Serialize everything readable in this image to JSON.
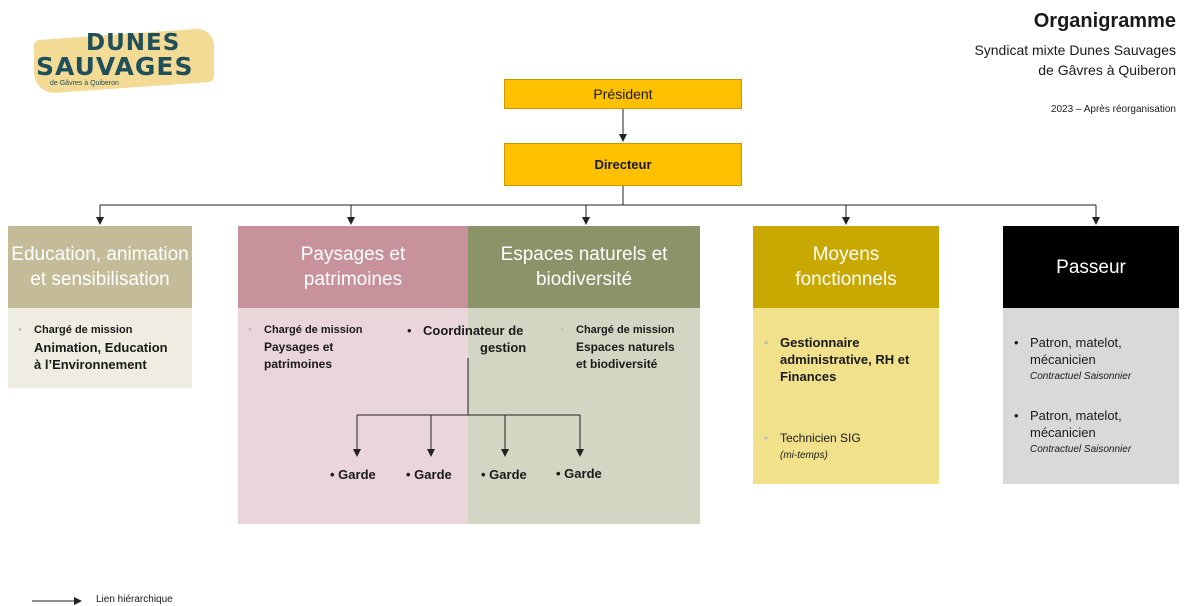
{
  "logo": {
    "line1": "DUNES",
    "line2": "SAUVAGES",
    "line3": "de Gâvres à Quiberon"
  },
  "header": {
    "title": "Organigramme",
    "subtitle1": "Syndicat mixte Dunes Sauvages",
    "subtitle2": "de Gâvres à Quiberon",
    "date": "2023 – Après réorganisation"
  },
  "president": "Président",
  "directeur": "Directeur",
  "columns": {
    "education": {
      "title": "Education, animation et sensibilisation",
      "item1_line1": "Chargé de mission",
      "item1_line2": "Animation, Education",
      "item1_line3": "à l’Environnement"
    },
    "paysages": {
      "title": "Paysages et patrimoines",
      "item1_line1": "Chargé de mission",
      "item1_line2": "Paysages et",
      "item1_line3": "patrimoines"
    },
    "coordinateur": {
      "line1": "Coordinateur de",
      "line2": "gestion"
    },
    "espaces": {
      "title": "Espaces naturels et biodiversité",
      "item1_line1": "Chargé de mission",
      "item1_line2": "Espaces naturels",
      "item1_line3": "et biodiversité"
    },
    "moyens": {
      "title": "Moyens fonctionnels",
      "item1_line1": "Gestionnaire",
      "item1_line2": "administrative, RH et",
      "item1_line3": "Finances",
      "item2_line1": "Technicien SIG",
      "item2_line2": "(mi-temps)"
    },
    "passeur": {
      "title": "Passeur",
      "item1_line1": "Patron, matelot,",
      "item1_line2": "mécanicien",
      "item1_line3": "Contractuel Saisonnier",
      "item2_line1": "Patron, matelot,",
      "item2_line2": "mécanicien",
      "item2_line3": "Contractuel Saisonnier"
    }
  },
  "gardes": [
    "• Garde",
    "• Garde",
    "• Garde",
    "• Garde"
  ],
  "legend": {
    "label": "Lien hiérarchique"
  },
  "colors": {
    "education_head": "#c4bc98",
    "education_body": "#efece1",
    "paysages_head": "#c8929c",
    "paysages_body": "#ead5da",
    "espaces_head": "#8b9468",
    "espaces_body": "#d3d6c3",
    "moyens_head": "#c9a800",
    "moyens_body": "#f0e18a",
    "passeur_head": "#000000",
    "passeur_body": "#d9d9d9",
    "topbox": "#ffc000"
  }
}
